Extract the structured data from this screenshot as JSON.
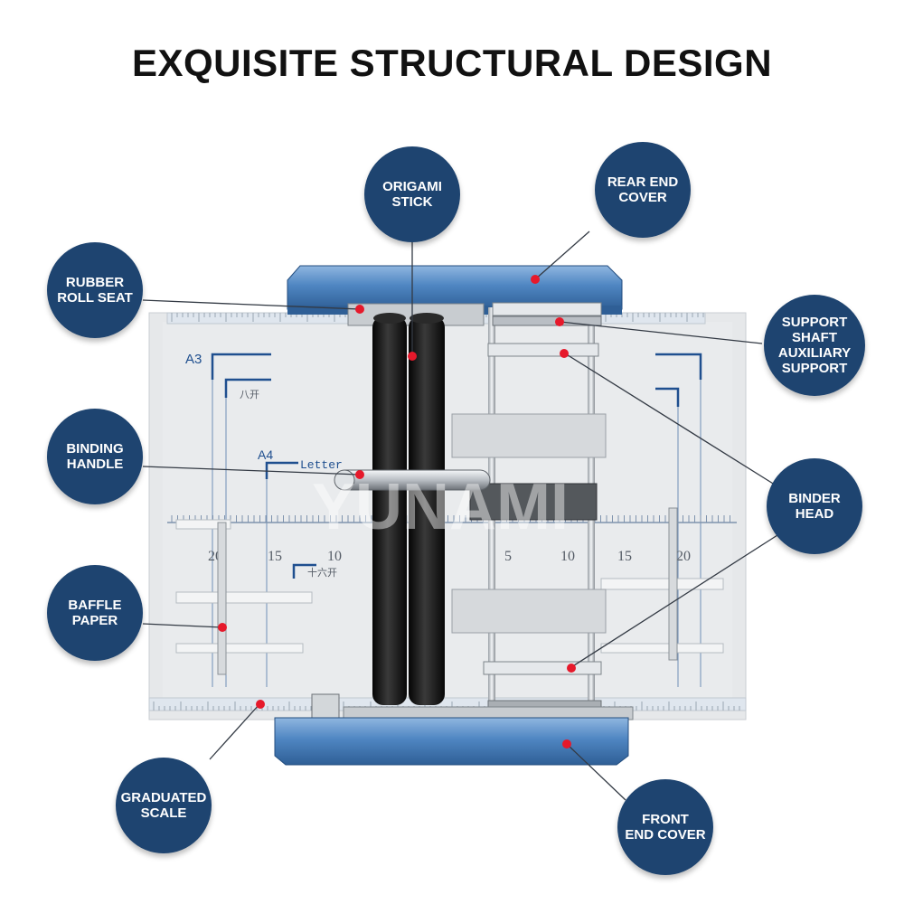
{
  "title": "EXQUISITE STRUCTURAL DESIGN",
  "colors": {
    "label_fill": "#1e4470",
    "label_text": "#ffffff",
    "marker": "#e6192b",
    "machine_blue": "#4f86c2",
    "roller": "#151515",
    "base_plate": "#e6e8ea"
  },
  "plate_markings": {
    "a3": "A3",
    "bakai": "八开",
    "a4": "A4",
    "letter": "Letter",
    "shiliukai": "十六开",
    "left_scale": [
      "20",
      "15",
      "10"
    ],
    "right_scale": [
      "5",
      "10",
      "15",
      "20"
    ]
  },
  "watermark": "YUNAMI",
  "labels": [
    {
      "id": "origami-stick",
      "text": "ORIGAMI\nSTICK"
    },
    {
      "id": "rear-end-cover",
      "text": "REAR END\nCOVER"
    },
    {
      "id": "rubber-roll-seat",
      "text": "RUBBER\nROLL SEAT"
    },
    {
      "id": "support-shaft",
      "text": "SUPPORT\nSHAFT\nAUXILIARY\nSUPPORT"
    },
    {
      "id": "binding-handle",
      "text": "BINDING\nHANDLE"
    },
    {
      "id": "binder-head",
      "text": "BINDER\nHEAD"
    },
    {
      "id": "baffle-paper",
      "text": "BAFFLE\nPAPER"
    },
    {
      "id": "graduated-scale",
      "text": "GRADUATED\nSCALE"
    },
    {
      "id": "front-end-cover",
      "text": "FRONT\nEND COVER"
    }
  ]
}
